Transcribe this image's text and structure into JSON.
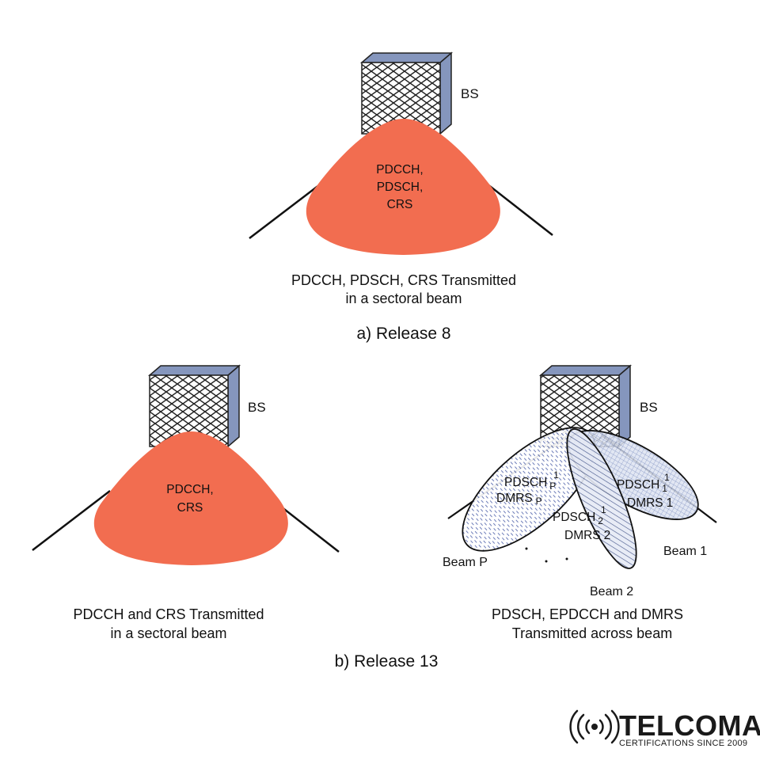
{
  "colors": {
    "beam_fill": "#f26d50",
    "tower_side": "#8596bd",
    "hatch": "#3a4f8a",
    "text": "#111111"
  },
  "release8": {
    "bs_label": "BS",
    "beam_lines": [
      "PDCCH,",
      "PDSCH,",
      "CRS"
    ],
    "caption_lines": [
      "PDCCH, PDSCH, CRS Transmitted",
      "in a sectoral beam"
    ],
    "title": "a) Release 8"
  },
  "release13": {
    "title": "b) Release 13",
    "left": {
      "bs_label": "BS",
      "beam_lines": [
        "PDCCH,",
        "CRS"
      ],
      "caption_lines": [
        "PDCCH and CRS Transmitted",
        "in a sectoral beam"
      ]
    },
    "right": {
      "bs_label": "BS",
      "beam_p": {
        "line1": "PDSCH",
        "sup1": "1",
        "sub1": "P",
        "line2": "DMRS",
        "sub2": "P",
        "name": "Beam P"
      },
      "beam_2": {
        "line1": "PDSCH",
        "sup1": "1",
        "sub1": "2",
        "line2": "DMRS",
        "sub2": "2",
        "name": "Beam 2"
      },
      "beam_1": {
        "line1": "PDSCH",
        "sup1": "1",
        "sub1": "1",
        "line2": "DMRS",
        "sub2": "1",
        "name": "Beam 1"
      },
      "caption_lines": [
        "PDSCH, EPDCCH and DMRS",
        "Transmitted across beam"
      ]
    }
  },
  "logo": {
    "name": "TELCOMA",
    "tagline": "CERTIFICATIONS SINCE 2009",
    "icon": "signal-waves-icon"
  }
}
